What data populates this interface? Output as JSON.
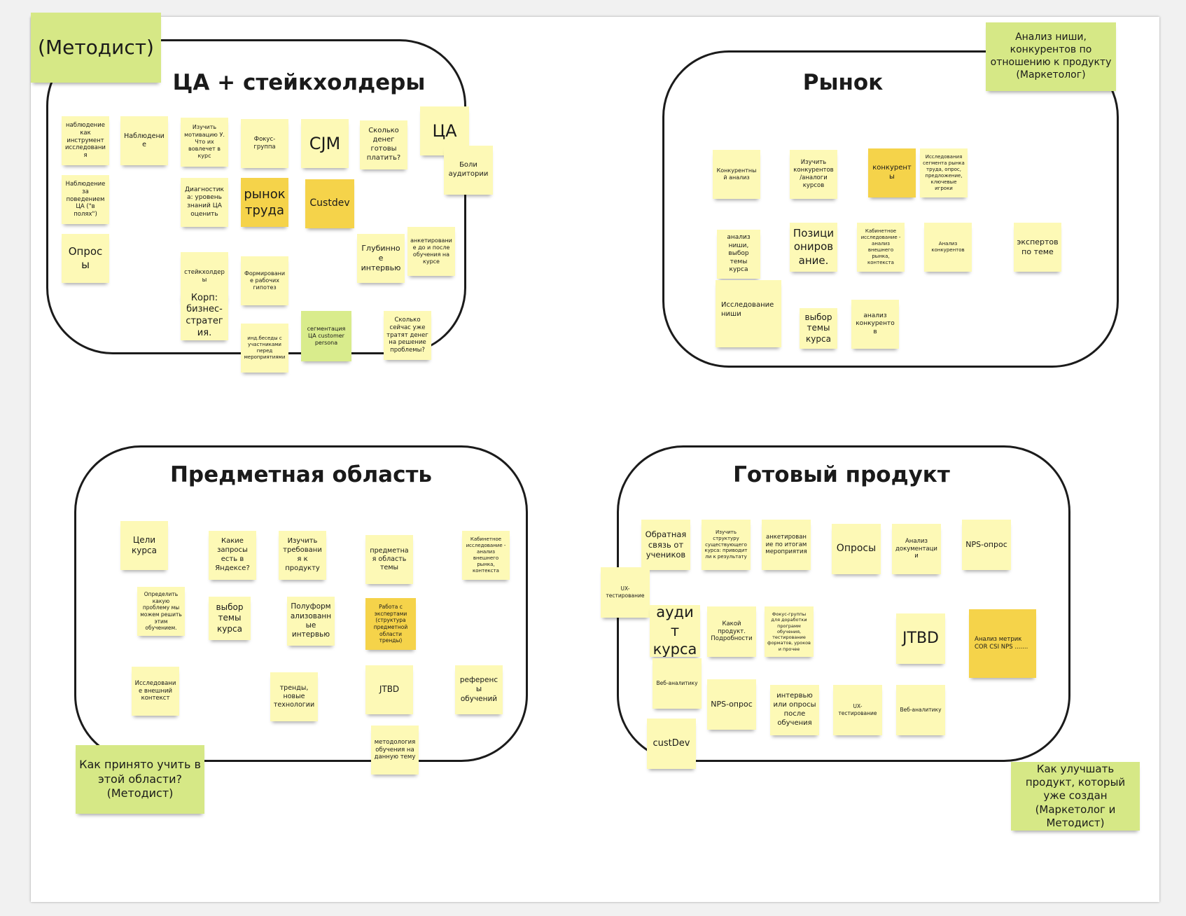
{
  "frames": {
    "ca": "ЦА + стейкхолдеры",
    "market": "Рынок",
    "subject": "Предметная область",
    "product": "Готовый продукт"
  },
  "roles": {
    "methodist_tag": "(Методист)",
    "market_note": "Анализ ниши, конкурентов по отношению к продукту (Маркетолог)",
    "subject_note": "Как принято учить в этой области? (Методист)",
    "product_note": "Как улучшать продукт, который уже создан (Маркетолог и Методист)"
  },
  "ca_notes": [
    "наблюдение как инструмент исследования",
    "Наблюдение",
    "Изучить мотивацию У. Что их вовлечет в курс",
    "Фокус-группа",
    "CJM",
    "Сколько денег готовы платить?",
    "ЦА",
    "Боли аудитории",
    "Наблюдение за поведением ЦА (\"в полях\")",
    "Диагностика: уровень знаний ЦА оценить",
    "рынок труда",
    "Custdev",
    "Опросы",
    "Глубинное интервью",
    "анкетирование до и после обучения на курсе",
    "стейкхолдеры",
    "Формирование рабочих гипотез",
    "Корп: бизнес-стратегия.",
    "инд.беседы с участниками перед мероприятиями",
    "сегментация ЦА customer persona",
    "Сколько сейчас уже тратят денег на решение проблемы?"
  ],
  "market_notes": [
    "Конкурентный анализ",
    "Изучить конкурентов/аналоги курсов",
    "конкуренты",
    "Исследования сегмента рынка труда, опрос, предложение, ключевые игроки",
    "анализ ниши, выбор темы курса",
    "Позиционирование.",
    "Кабинетное исследование - анализ внешнего рынка, контекста",
    "Анализ конкурентов",
    "экспертов по теме",
    "Исследование ниши",
    "выбор темы курса",
    "анализ конкурентов"
  ],
  "subject_notes": [
    "Цели курса",
    "Какие запросы есть в Яндексе?",
    "Изучить требования к продукту",
    "предметная область темы",
    "Кабинетное исследование - анализ внешнего рынка, контекста",
    "Определить какую проблему мы можем решить этим обучением.",
    "выбор темы курса",
    "Полуформализованные интервью",
    "Работа с экспертами (структура предметной области тренды)",
    "Исследование внешний контекст",
    "тренды, новые технологии",
    "JTBD",
    "референсы обучений",
    "методология обучения на данную тему"
  ],
  "product_notes": [
    "Обратная связь от учеников",
    "Изучить структуру существующего курса: приводит ли к результату",
    "анкетирование по итогам мероприятия",
    "Опросы",
    "Анализ документации",
    "NPS-опрос",
    "UX-тестирование",
    "аудит курса",
    "Какой продукт. Подробности",
    "Фокус-группы для доработки программ обучения, тестирование форматов, уроков и прочее",
    "JTBD",
    "Анализ метрик COR CSI NPS .......",
    "Веб-аналитику",
    "NPS-опрос",
    "интервью или опросы после обучения",
    "UX-тестирование",
    "Веб-аналитику",
    "custDev"
  ],
  "colors": {
    "note_yellow": "#fdf9b6",
    "note_dark_yellow": "#f5d34a",
    "note_green": "#d9ec8c",
    "frame_border": "#1b1b1b"
  }
}
